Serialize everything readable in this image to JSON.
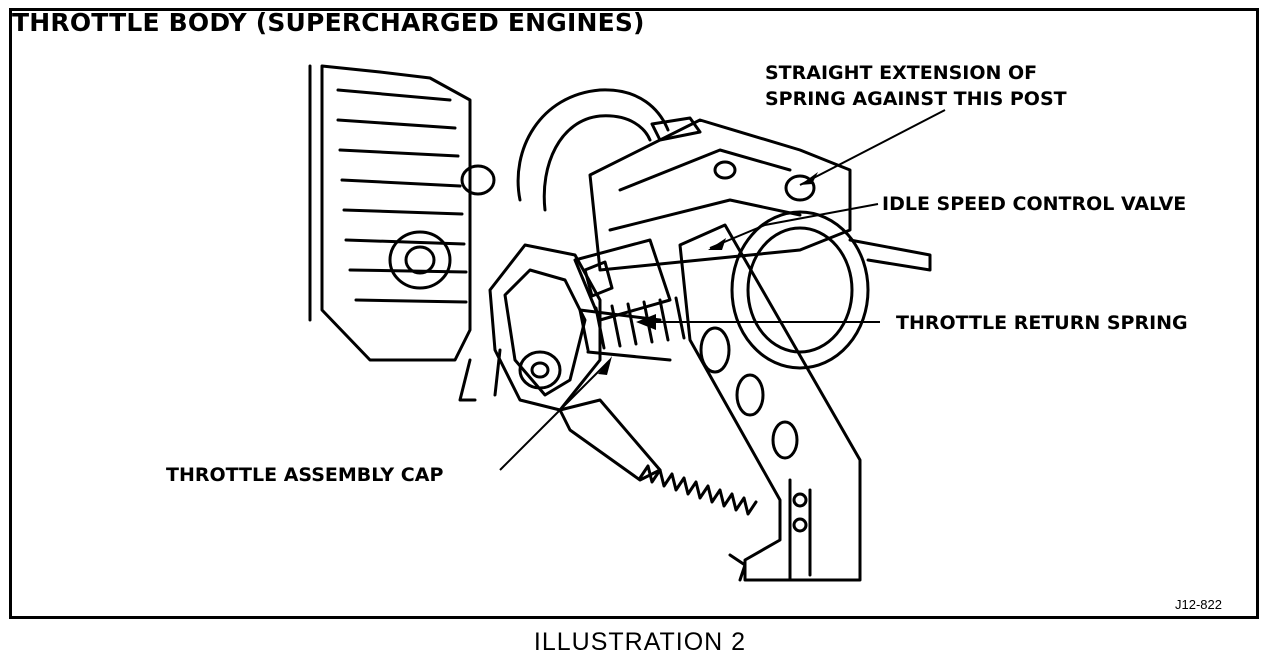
{
  "diagram": {
    "title": "THROTTLE BODY (SUPERCHARGED ENGINES)",
    "labels": {
      "straight_extension": "STRAIGHT EXTENSION OF",
      "straight_extension_line2": "SPRING AGAINST THIS POST",
      "idle_speed_valve": "IDLE SPEED CONTROL VALVE",
      "return_spring": "THROTTLE RETURN SPRING",
      "assembly_cap": "THROTTLE ASSEMBLY CAP"
    },
    "figure_id": "J12-822",
    "caption": "ILLUSTRATION 2"
  }
}
